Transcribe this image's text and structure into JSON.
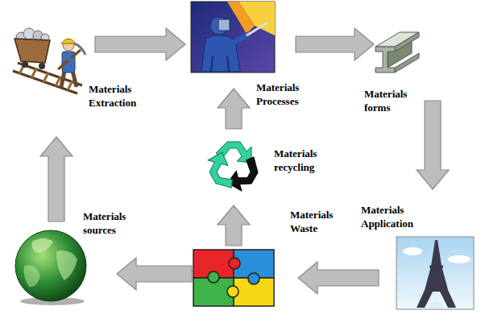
{
  "diagram": {
    "nodes": [
      {
        "text": [
          "Materials Extraction"
        ]
      },
      {
        "text": [
          "Materials Processes"
        ]
      },
      {
        "text": [
          "Materials forms"
        ]
      },
      {
        "text": [
          "Materials recycling"
        ]
      },
      {
        "text": [
          "Materials sources"
        ]
      },
      {
        "text": [
          "Materials Waste"
        ]
      },
      {
        "text": [
          "Materials Application"
        ]
      }
    ],
    "edges": [
      {
        "from": 0,
        "to": 1,
        "arrow": "to"
      },
      {
        "from": 1,
        "to": 2,
        "arrow": "to"
      },
      {
        "from": 2,
        "to": 6,
        "arrow": "to"
      },
      {
        "from": 6,
        "to": 5,
        "arrow": "to"
      },
      {
        "from": 5,
        "to": 4,
        "arrow": "to"
      },
      {
        "from": 5,
        "to": 3,
        "arrow": "to"
      },
      {
        "from": 3,
        "to": 1,
        "arrow": "to"
      },
      {
        "from": 4,
        "to": 0,
        "arrow": "to"
      }
    ]
  }
}
